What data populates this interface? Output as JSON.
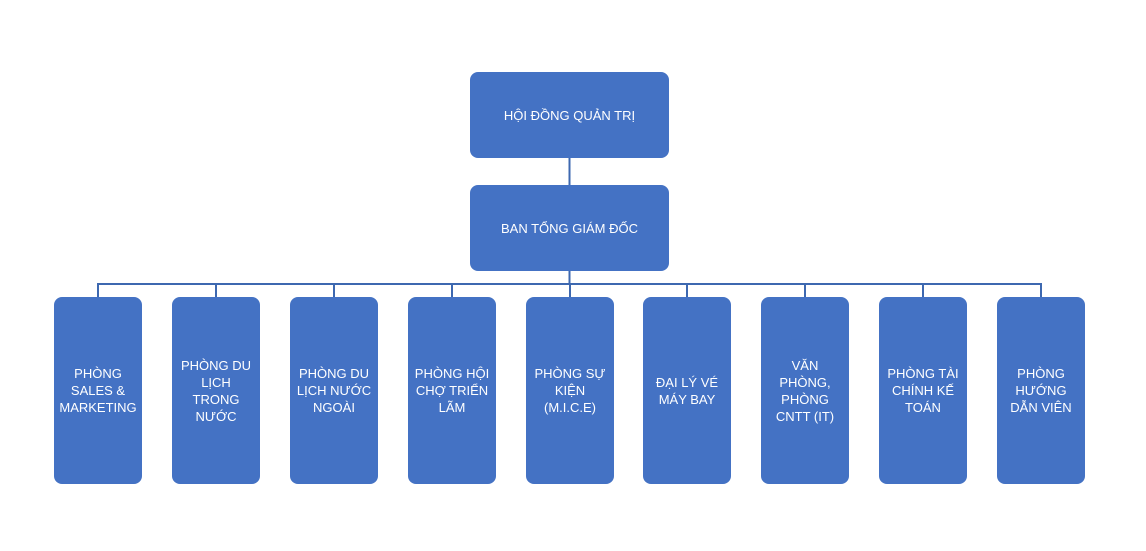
{
  "colors": {
    "box_fill": "#4472c4",
    "connector": "#3d68b0",
    "text": "#ffffff"
  },
  "board": {
    "label": "HỘI ĐỒNG QUẢN TRỊ"
  },
  "ceo": {
    "label": "BAN TỔNG GIÁM ĐỐC"
  },
  "departments": [
    {
      "label": "PHÒNG\nSALES &\nMARKETING"
    },
    {
      "label": "PHÒNG DU\nLỊCH TRONG\nNƯỚC"
    },
    {
      "label": "PHÒNG DU\nLỊCH NƯỚC\nNGOÀI"
    },
    {
      "label": "PHÒNG HỘI\nCHỢ TRIỂN\nLÃM"
    },
    {
      "label": "PHÒNG SỰ\nKIỆN\n(M.I.C.E)"
    },
    {
      "label": "ĐẠI LÝ VÉ\nMÁY BAY"
    },
    {
      "label": "VĂN\nPHÒNG,\nPHÒNG\nCNTT (IT)"
    },
    {
      "label": "PHÒNG TÀI\nCHÍNH KẾ\nTOÁN"
    },
    {
      "label": "PHÒNG\nHƯỚNG\nDẪN VIÊN"
    }
  ]
}
